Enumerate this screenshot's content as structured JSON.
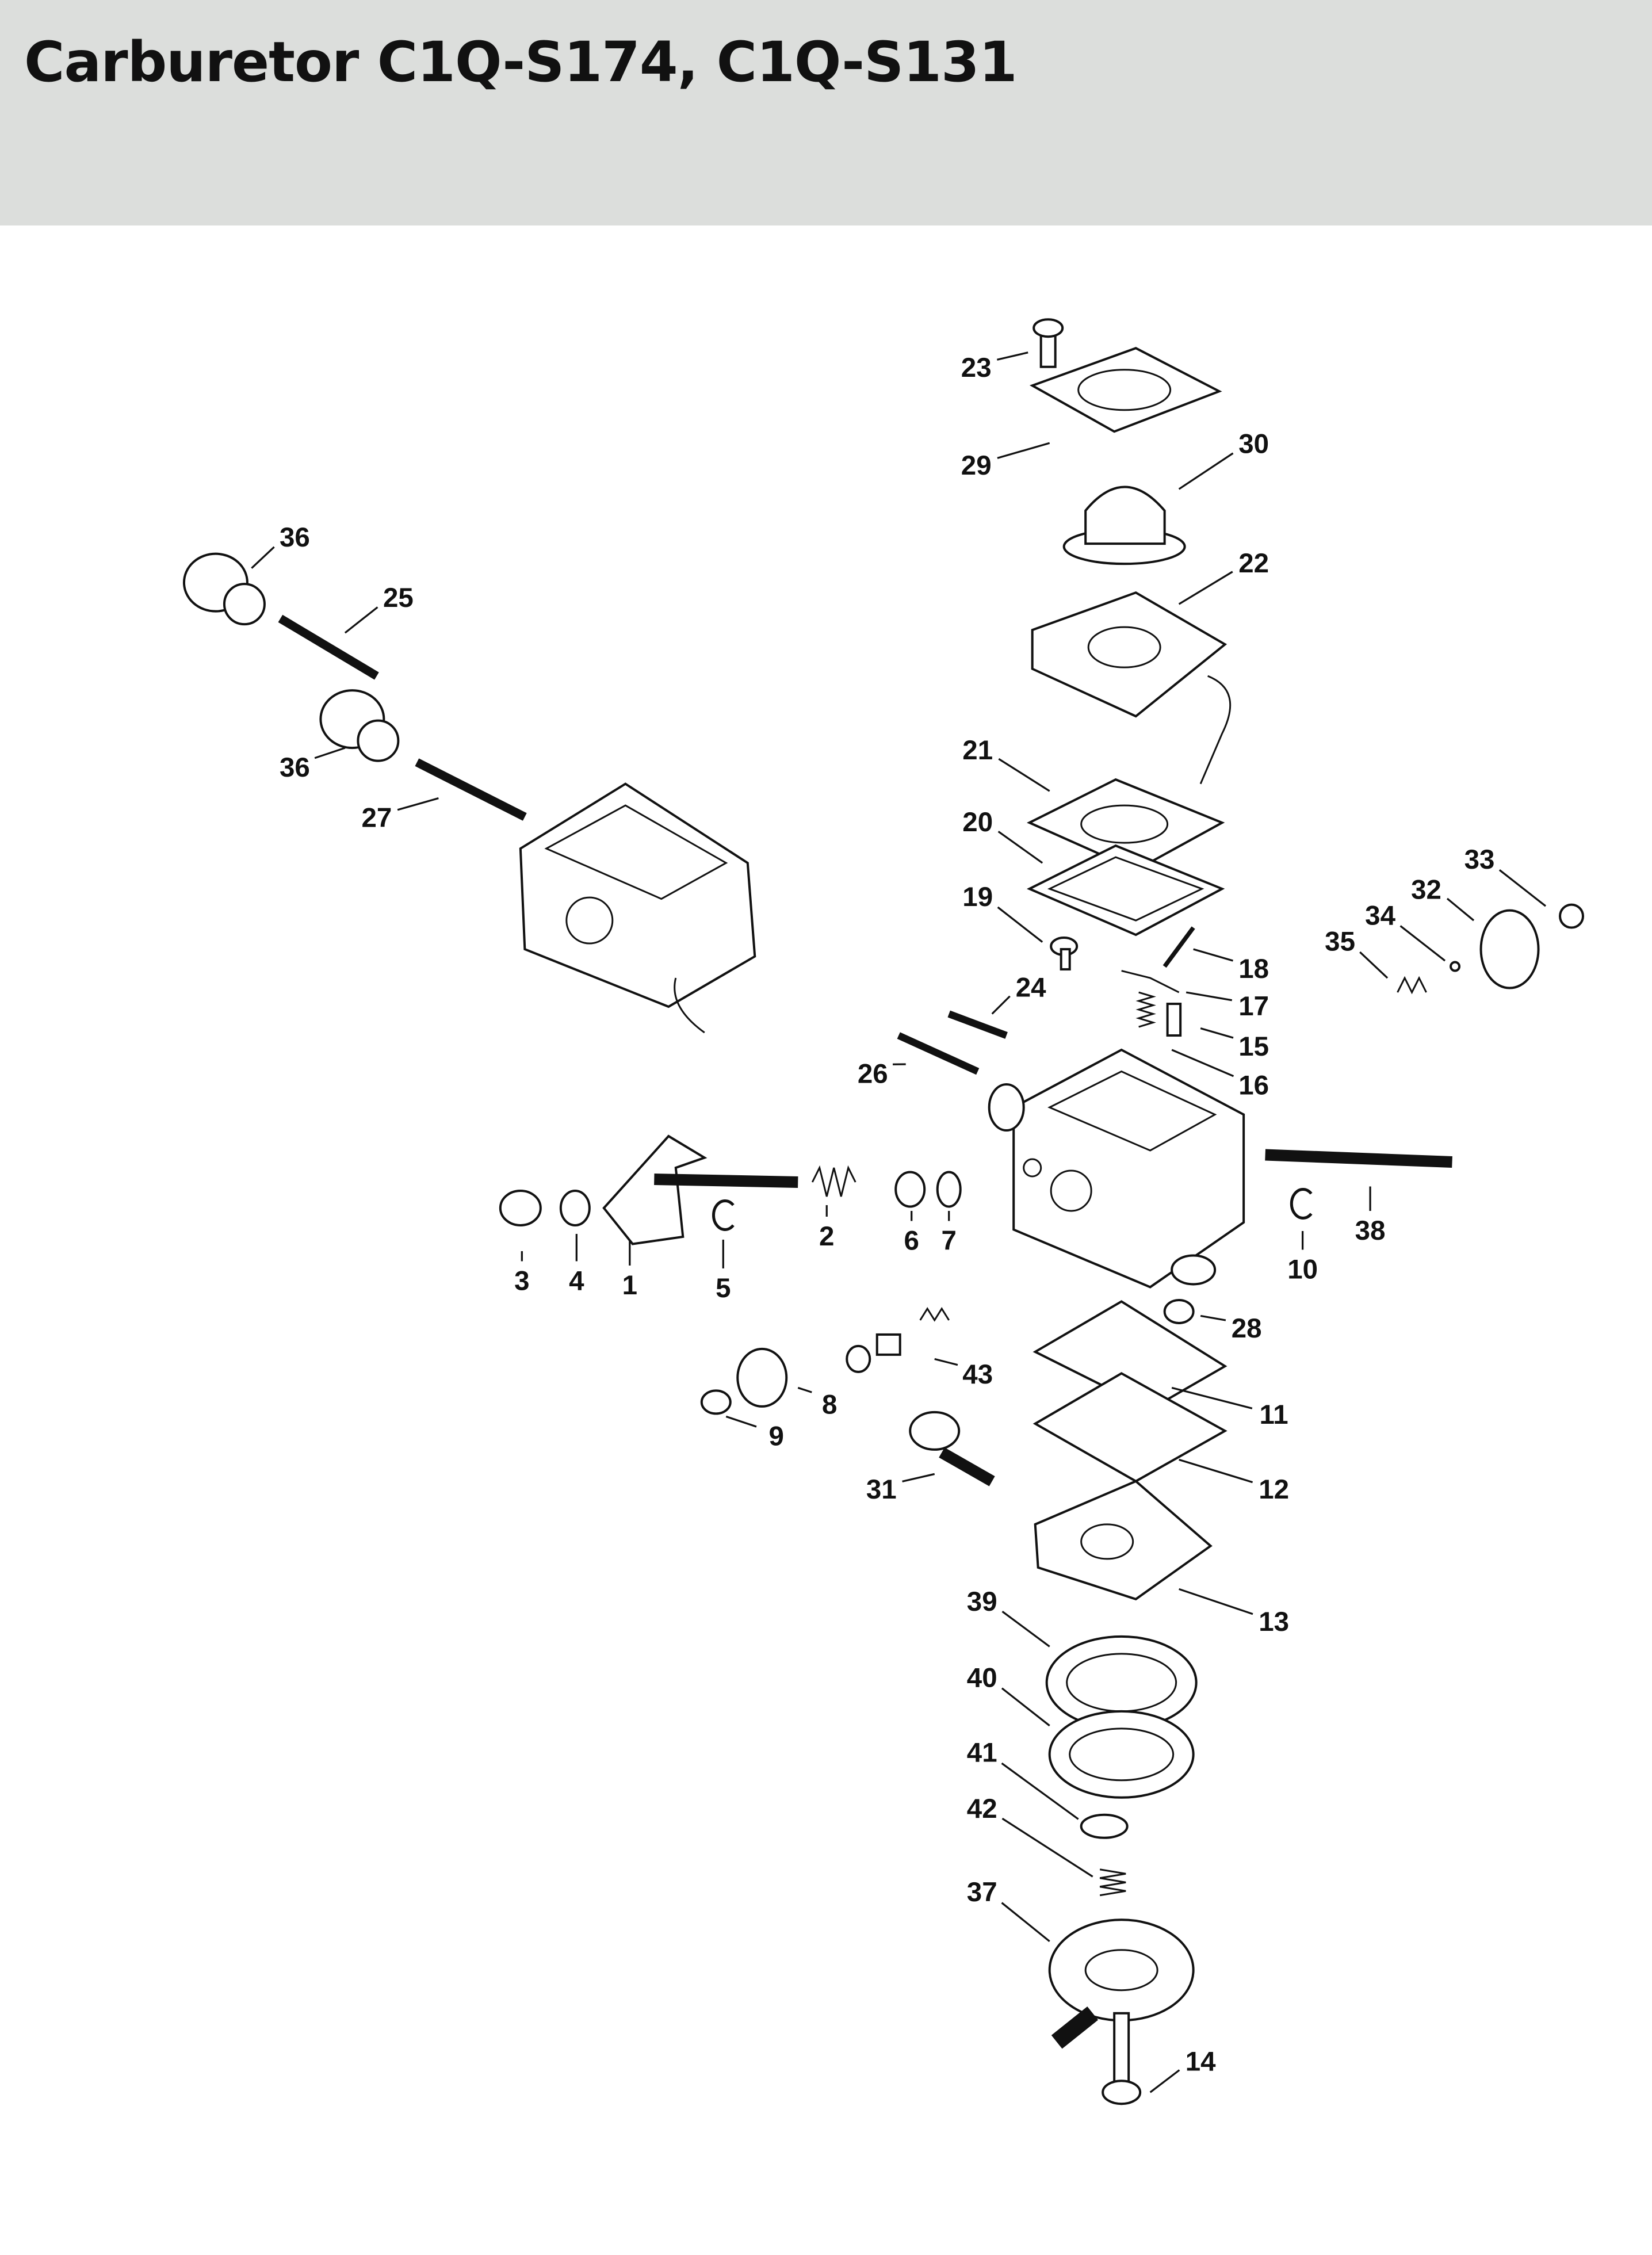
{
  "header": {
    "title": "Carburetor C1Q-S174, C1Q-S131"
  },
  "diagram": {
    "callouts": [
      "23",
      "29",
      "30",
      "36",
      "25",
      "22",
      "36",
      "27",
      "21",
      "20",
      "19",
      "18",
      "17",
      "15",
      "16",
      "24",
      "26",
      "33",
      "32",
      "34",
      "35",
      "3",
      "4",
      "1",
      "5",
      "2",
      "6",
      "7",
      "10",
      "38",
      "28",
      "43",
      "8",
      "9",
      "11",
      "12",
      "31",
      "13",
      "39",
      "40",
      "41",
      "42",
      "37",
      "14"
    ]
  }
}
